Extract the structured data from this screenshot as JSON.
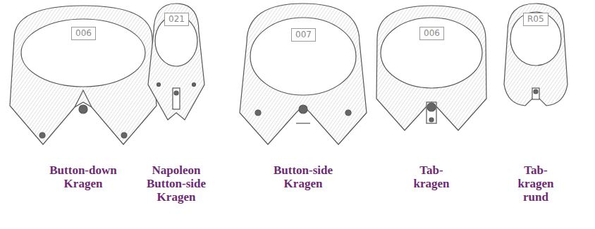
{
  "diagram": {
    "nodes": [
      {
        "text": [
          "006"
        ]
      },
      {
        "text": [
          "021"
        ]
      },
      {
        "text": [
          "007"
        ]
      },
      {
        "text": [
          "006"
        ]
      },
      {
        "text": [
          "R05"
        ]
      }
    ],
    "labels": [
      "Button-down Kragen",
      "Napoleon Button-side Kragen",
      "Button-side Kragen",
      "Tab- kragen",
      "Tab- kragen rund"
    ]
  }
}
